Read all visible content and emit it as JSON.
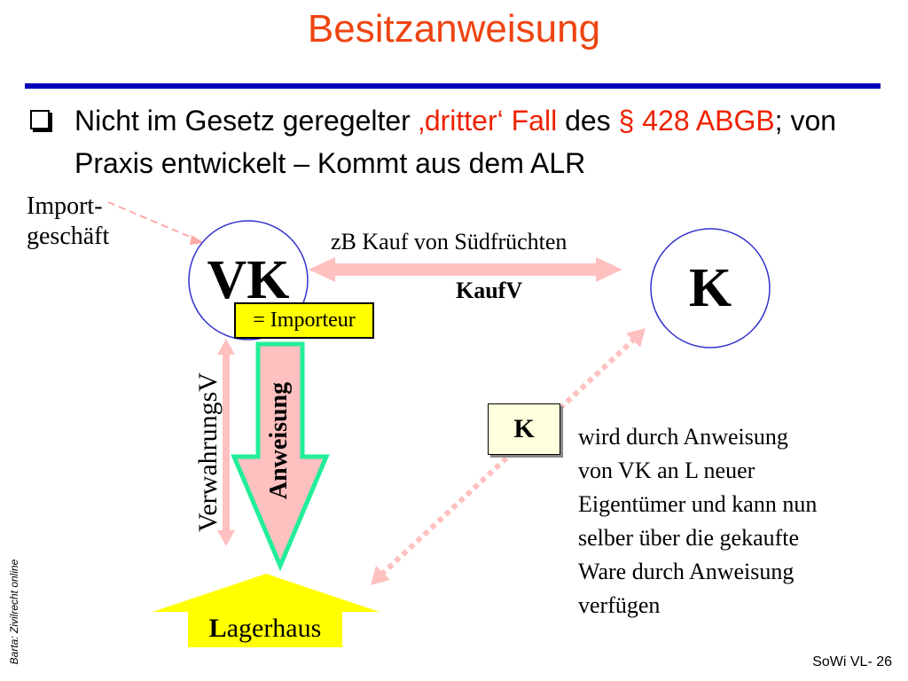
{
  "title": "Besitzanweisung",
  "bullet": {
    "part1": "Nicht im Gesetz geregelter ",
    "part2": "‚dritter‘ Fall",
    "part3": " des ",
    "part4": "§ 428 ABGB",
    "part5": "; von Praxis entwickelt – Kommt aus dem ALR"
  },
  "diagram": {
    "import_label_1": "Import-",
    "import_label_2": "geschäft",
    "vk": "VK",
    "k": "K",
    "kauf_example": "zB Kauf von Südfrüchten",
    "kaufv": "KaufV",
    "importeur": "= Importeur",
    "verwahrung": "VerwahrungsV",
    "anweisung": "Anweisung",
    "k_box": "K",
    "description": [
      "wird durch Anweisung",
      "von VK an L neuer",
      "Eigentümer und kann nun",
      "selber über die gekaufte",
      "Ware durch Anweisung",
      "verfügen"
    ],
    "lager_L": "L",
    "lager_rest": "agerhaus"
  },
  "credit": "Barta: Zivilrecht online",
  "footer": "SoWi VL- 26",
  "colors": {
    "title": "#ee4411",
    "rule": "#0000bb",
    "accent_red": "#ee2200",
    "pink": "#ffc0c0",
    "green": "#22ee99",
    "yellow": "#ffff00",
    "circle": "#3333cc"
  }
}
